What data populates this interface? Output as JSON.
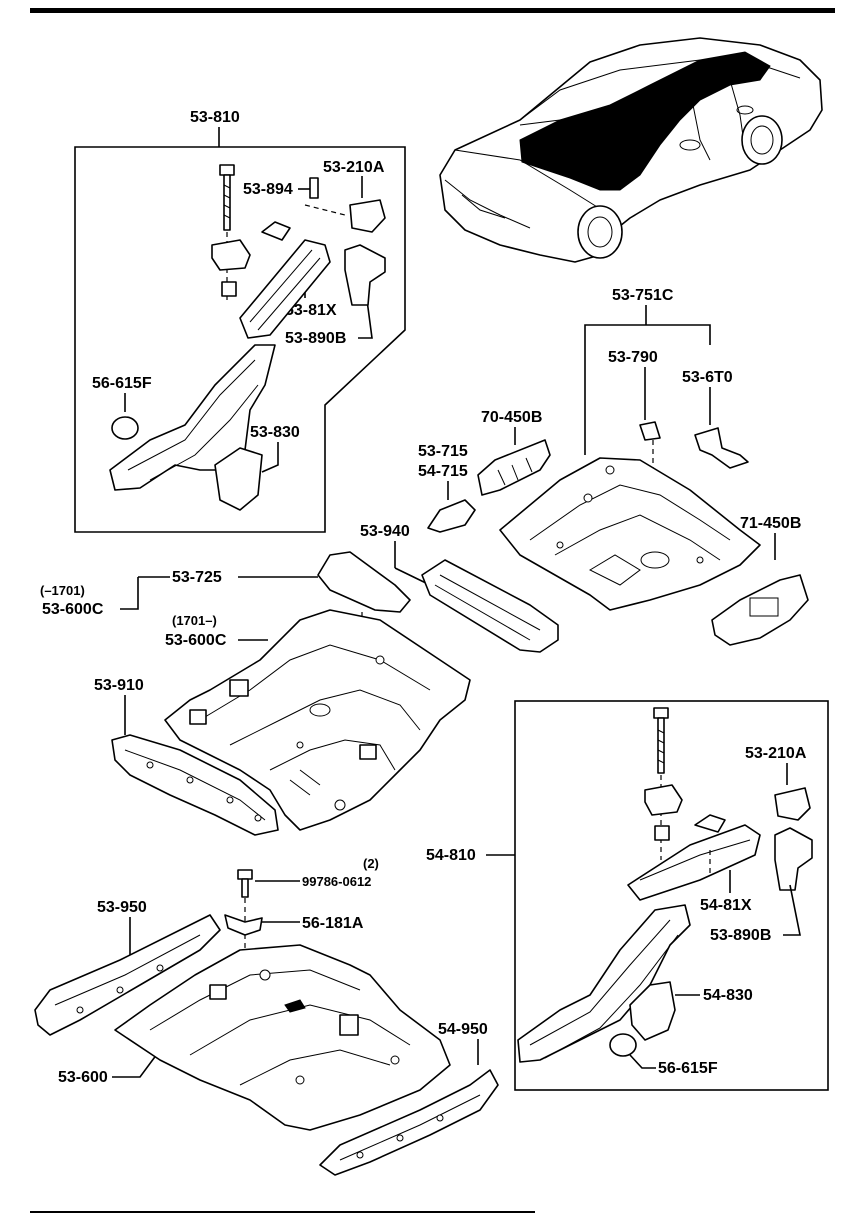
{
  "labels": {
    "p53_810": "53-810",
    "p53_210a": "53-210A",
    "p53_894": "53-894",
    "p53_81x": "53-81X",
    "p53_890b": "53-890B",
    "p56_615f": "56-615F",
    "p53_830": "53-830",
    "p53_751c": "53-751C",
    "p53_790": "53-790",
    "p53_6t0": "53-6T0",
    "p70_450b": "70-450B",
    "p53_715": "53-715",
    "p54_715": "54-715",
    "p53_940": "53-940",
    "p71_450b": "71-450B",
    "p53_725": "53-725",
    "range_a": "(–1701)",
    "p53_600c_a": "53-600C",
    "range_b": "(1701–)",
    "p53_600c_b": "53-600C",
    "p53_910": "53-910",
    "qty": "(2)",
    "p99786": "99786-0612",
    "p53_950": "53-950",
    "p56_181a": "56-181A",
    "p53_600": "53-600",
    "p54_950": "54-950",
    "p54_810": "54-810",
    "p53_210a_2": "53-210A",
    "p54_81x": "54-81X",
    "p53_890b_2": "53-890B",
    "p54_830": "54-830",
    "p56_615f_2": "56-615F"
  },
  "colors": {
    "ink": "#000000",
    "paper": "#ffffff"
  }
}
